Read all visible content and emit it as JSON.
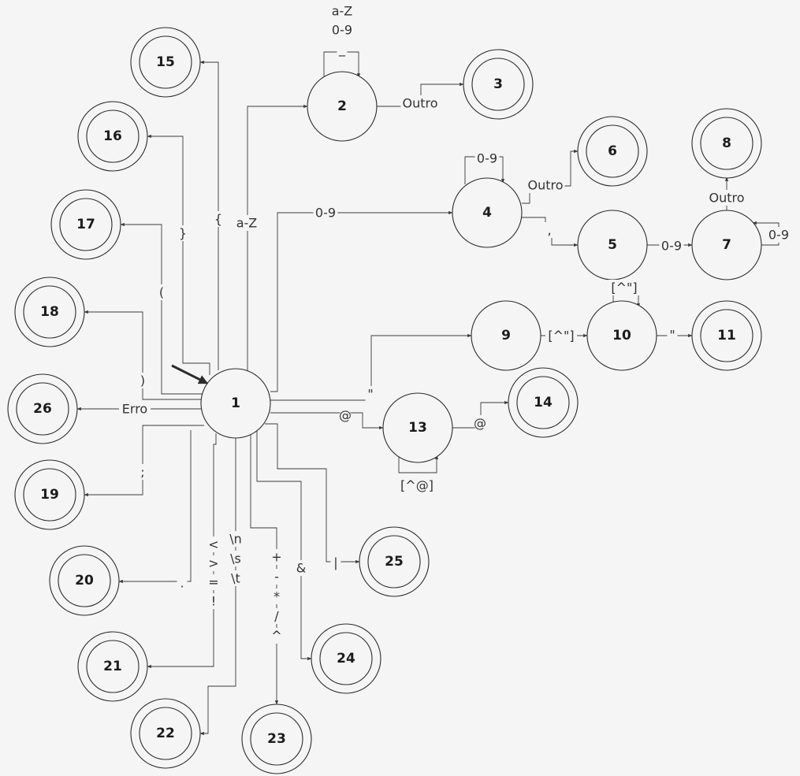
{
  "diagram": {
    "start_state": "1",
    "states": [
      {
        "id": "1",
        "label": "1",
        "final": false
      },
      {
        "id": "2",
        "label": "2",
        "final": false
      },
      {
        "id": "3",
        "label": "3",
        "final": true
      },
      {
        "id": "4",
        "label": "4",
        "final": false
      },
      {
        "id": "5",
        "label": "5",
        "final": false
      },
      {
        "id": "6",
        "label": "6",
        "final": true
      },
      {
        "id": "7",
        "label": "7",
        "final": false
      },
      {
        "id": "8",
        "label": "8",
        "final": true
      },
      {
        "id": "9",
        "label": "9",
        "final": false
      },
      {
        "id": "10",
        "label": "10",
        "final": false
      },
      {
        "id": "11",
        "label": "11",
        "final": true
      },
      {
        "id": "13",
        "label": "13",
        "final": false
      },
      {
        "id": "14",
        "label": "14",
        "final": true
      },
      {
        "id": "15",
        "label": "15",
        "final": true
      },
      {
        "id": "16",
        "label": "16",
        "final": true
      },
      {
        "id": "17",
        "label": "17",
        "final": true
      },
      {
        "id": "18",
        "label": "18",
        "final": true
      },
      {
        "id": "19",
        "label": "19",
        "final": true
      },
      {
        "id": "20",
        "label": "20",
        "final": true
      },
      {
        "id": "21",
        "label": "21",
        "final": true
      },
      {
        "id": "22",
        "label": "22",
        "final": true
      },
      {
        "id": "23",
        "label": "23",
        "final": true
      },
      {
        "id": "24",
        "label": "24",
        "final": true
      },
      {
        "id": "25",
        "label": "25",
        "final": true
      },
      {
        "id": "26",
        "label": "26",
        "final": true
      }
    ],
    "transitions": [
      {
        "from": "1",
        "to": "2",
        "label": [
          "a-Z"
        ]
      },
      {
        "from": "2",
        "to": "2",
        "label": [
          "a-Z",
          "0-9",
          "_"
        ]
      },
      {
        "from": "2",
        "to": "3",
        "label": [
          "Outro"
        ]
      },
      {
        "from": "1",
        "to": "4",
        "label": [
          "0-9"
        ]
      },
      {
        "from": "4",
        "to": "4",
        "label": [
          "0-9"
        ]
      },
      {
        "from": "4",
        "to": "6",
        "label": [
          "Outro"
        ]
      },
      {
        "from": "4",
        "to": "5",
        "label": [
          ","
        ]
      },
      {
        "from": "5",
        "to": "7",
        "label": [
          "0-9"
        ]
      },
      {
        "from": "7",
        "to": "7",
        "label": [
          "0-9"
        ]
      },
      {
        "from": "7",
        "to": "8",
        "label": [
          "Outro"
        ]
      },
      {
        "from": "1",
        "to": "9",
        "label": [
          "\""
        ]
      },
      {
        "from": "9",
        "to": "10",
        "label": [
          "[^\"]"
        ]
      },
      {
        "from": "10",
        "to": "10",
        "label": [
          "[^\"]"
        ]
      },
      {
        "from": "10",
        "to": "11",
        "label": [
          "\""
        ]
      },
      {
        "from": "1",
        "to": "13",
        "label": [
          "@"
        ]
      },
      {
        "from": "13",
        "to": "13",
        "label": [
          "[^@]"
        ]
      },
      {
        "from": "13",
        "to": "14",
        "label": [
          "@"
        ]
      },
      {
        "from": "1",
        "to": "15",
        "label": [
          "{"
        ]
      },
      {
        "from": "1",
        "to": "16",
        "label": [
          "}"
        ]
      },
      {
        "from": "1",
        "to": "17",
        "label": [
          "("
        ]
      },
      {
        "from": "1",
        "to": "18",
        "label": [
          ")"
        ]
      },
      {
        "from": "1",
        "to": "26",
        "label": [
          "Erro"
        ]
      },
      {
        "from": "1",
        "to": "19",
        "label": [
          ";"
        ]
      },
      {
        "from": "1",
        "to": "20",
        "label": [
          "."
        ]
      },
      {
        "from": "1",
        "to": "21",
        "label": [
          "<",
          ">",
          "=",
          "!"
        ]
      },
      {
        "from": "1",
        "to": "22",
        "label": [
          "\\n",
          "\\s",
          "\\t"
        ]
      },
      {
        "from": "1",
        "to": "23",
        "label": [
          "+",
          "-",
          "*",
          "/",
          "^"
        ]
      },
      {
        "from": "1",
        "to": "24",
        "label": [
          "&"
        ]
      },
      {
        "from": "1",
        "to": "25",
        "label": [
          "|"
        ]
      }
    ]
  }
}
